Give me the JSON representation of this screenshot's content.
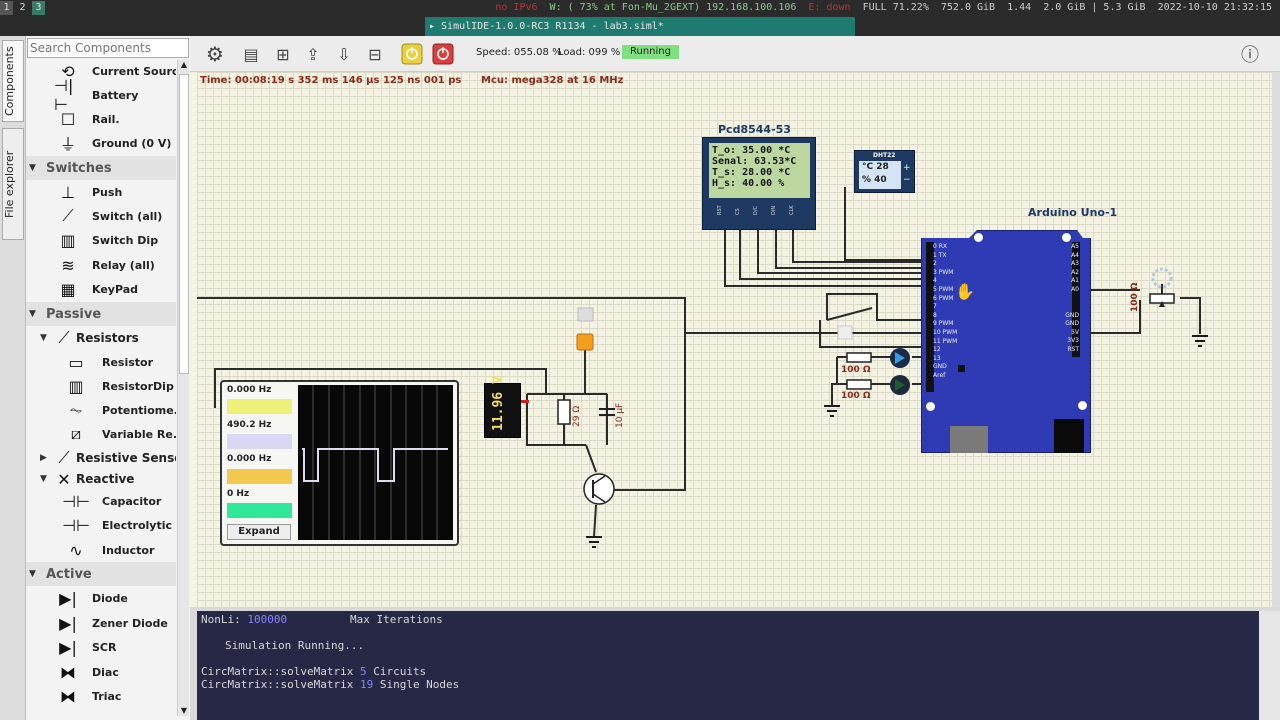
{
  "topbar": {
    "workspaces": [
      "1",
      "2",
      "3"
    ],
    "status": {
      "ipv6": "no IPv6",
      "wifi": "W: ( 73% at Fon-Mu_2GEXT) 192.168.100.106",
      "eth": "E: down",
      "battery": "FULL 71.22%",
      "disk": "752.0 GiB",
      "load": "1.44",
      "mem": "2.0 GiB | 5.3 GiB",
      "datetime": "2022-10-10 21:32:15"
    }
  },
  "titlebar": {
    "title": "▸ SimulIDE-1.0.0-RC3 R1134 - lab3.siml*"
  },
  "sidetabs": {
    "components": "Components",
    "file_explorer": "File explorer"
  },
  "search": {
    "placeholder": "Search Components"
  },
  "components": {
    "sources": [
      {
        "label": "Current Source",
        "icon": "current-source-icon"
      },
      {
        "label": "Battery",
        "icon": "battery-icon"
      },
      {
        "label": "Rail.",
        "icon": "rail-icon"
      },
      {
        "label": "Ground (0 V)",
        "icon": "ground-icon"
      }
    ],
    "switches_cat": "Switches",
    "switches": [
      {
        "label": "Push",
        "icon": "push-icon"
      },
      {
        "label": "Switch (all)",
        "icon": "switch-icon"
      },
      {
        "label": "Switch Dip",
        "icon": "switch-dip-icon"
      },
      {
        "label": "Relay (all)",
        "icon": "relay-icon"
      },
      {
        "label": "KeyPad",
        "icon": "keypad-icon"
      }
    ],
    "passive_cat": "Passive",
    "resistors_sub": "Resistors",
    "resistors": [
      {
        "label": "Resistor",
        "icon": "resistor-icon"
      },
      {
        "label": "ResistorDip",
        "icon": "resistor-dip-icon"
      },
      {
        "label": "Potentiome...",
        "icon": "potentiometer-icon"
      },
      {
        "label": "Variable Re...",
        "icon": "variable-resistor-icon"
      }
    ],
    "resistive_sensors_sub": "Resistive Sensors",
    "reactive_sub": "Reactive",
    "reactive": [
      {
        "label": "Capacitor",
        "icon": "capacitor-icon"
      },
      {
        "label": "Electrolytic ...",
        "icon": "electrolytic-icon"
      },
      {
        "label": "Inductor",
        "icon": "inductor-icon"
      }
    ],
    "active_cat": "Active",
    "active": [
      {
        "label": "Diode",
        "icon": "diode-icon"
      },
      {
        "label": "Zener Diode",
        "icon": "zener-icon"
      },
      {
        "label": "SCR",
        "icon": "scr-icon"
      },
      {
        "label": "Diac",
        "icon": "diac-icon"
      },
      {
        "label": "Triac",
        "icon": "triac-icon"
      }
    ]
  },
  "toolbar": {
    "speed": "Speed: 055.08 %",
    "load": "Load: 099 %",
    "state": "Running",
    "colors": {
      "power": "#e8d040",
      "pause": "#d84040",
      "running": "#7fe07f"
    }
  },
  "simulation": {
    "time": "Time: 00:08:19 s  352 ms  146 µs  125 ns  001 ps",
    "mcu": "Mcu: mega328 at 16 MHz"
  },
  "circuit": {
    "lcd": {
      "title": "Pcd8544-53",
      "lines": [
        "T_o: 35.00 *C",
        "Senal: 63.53*C",
        "T_s: 28.00 *C",
        "H_s: 40.00 %"
      ],
      "pins": [
        "RST",
        "CS",
        "D/C",
        "DIN",
        "CLK"
      ]
    },
    "dht22": {
      "title": "DHT22",
      "temp": "°C 28",
      "hum": "% 40"
    },
    "arduino": {
      "title": "Arduino Uno-1",
      "left_pins": [
        "0 RX",
        "1 TX",
        "2",
        "3 PWM",
        "4",
        "5 PWM",
        "6 PWM",
        "7",
        "8",
        "9 PWM",
        "10 PWM",
        "11 PWM",
        "12",
        "13",
        "GND",
        "Aref"
      ],
      "right_pins": [
        "A5",
        "A4",
        "A3",
        "A2",
        "A1",
        "A0",
        "GND",
        "GND",
        "5V",
        "3V3",
        "RST"
      ]
    },
    "oscilloscope": {
      "channels": [
        "0.000 Hz",
        "490.2 Hz",
        "0.000 Hz",
        "0 Hz"
      ],
      "channel_colors": [
        "#eef07a",
        "#d8d8f4",
        "#f3c84f",
        "#30e89a"
      ],
      "expand": "Expand"
    },
    "voltmeter": {
      "value": "11.96",
      "unit": "V"
    },
    "resistor_29": "29 Ω",
    "capacitor_10": "10 µF",
    "resistor_100a": "100 Ω",
    "resistor_100b": "100 Ω",
    "pot_label": "100 Ω"
  },
  "console": {
    "nonli_label": "NonLi:",
    "nonli_value": "100000",
    "max_iter": "Max Iterations",
    "lines": [
      "Simulation Running...",
      "CircMatrix::solveMatrix",
      "CircMatrix::solveMatrix"
    ],
    "circuits": "5",
    "circuits_label": "Circuits",
    "nodes": "19",
    "nodes_label": "Single Nodes"
  }
}
